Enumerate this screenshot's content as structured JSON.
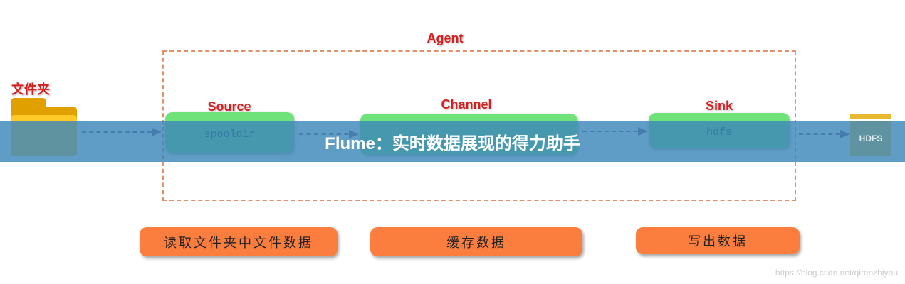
{
  "folder": {
    "label": "文件夹"
  },
  "agent": {
    "label": "Agent"
  },
  "source": {
    "label": "Source",
    "type": "spooldir",
    "action": "读取文件夹中文件数据"
  },
  "channel": {
    "label": "Channel",
    "type": "",
    "action": "缓存数据"
  },
  "sink": {
    "label": "Sink",
    "type": "hdfs",
    "action": "写出数据"
  },
  "hdfs": {
    "label": "HDFS"
  },
  "banner": {
    "title": "Flume：实时数据展现的得力助手"
  },
  "watermark": "https://blog.csdn.net/qirenzhiyou",
  "colors": {
    "green": "#6fe27a",
    "orange": "#fb7e3e",
    "banner": "#3c87b9",
    "red": "#d42020"
  }
}
